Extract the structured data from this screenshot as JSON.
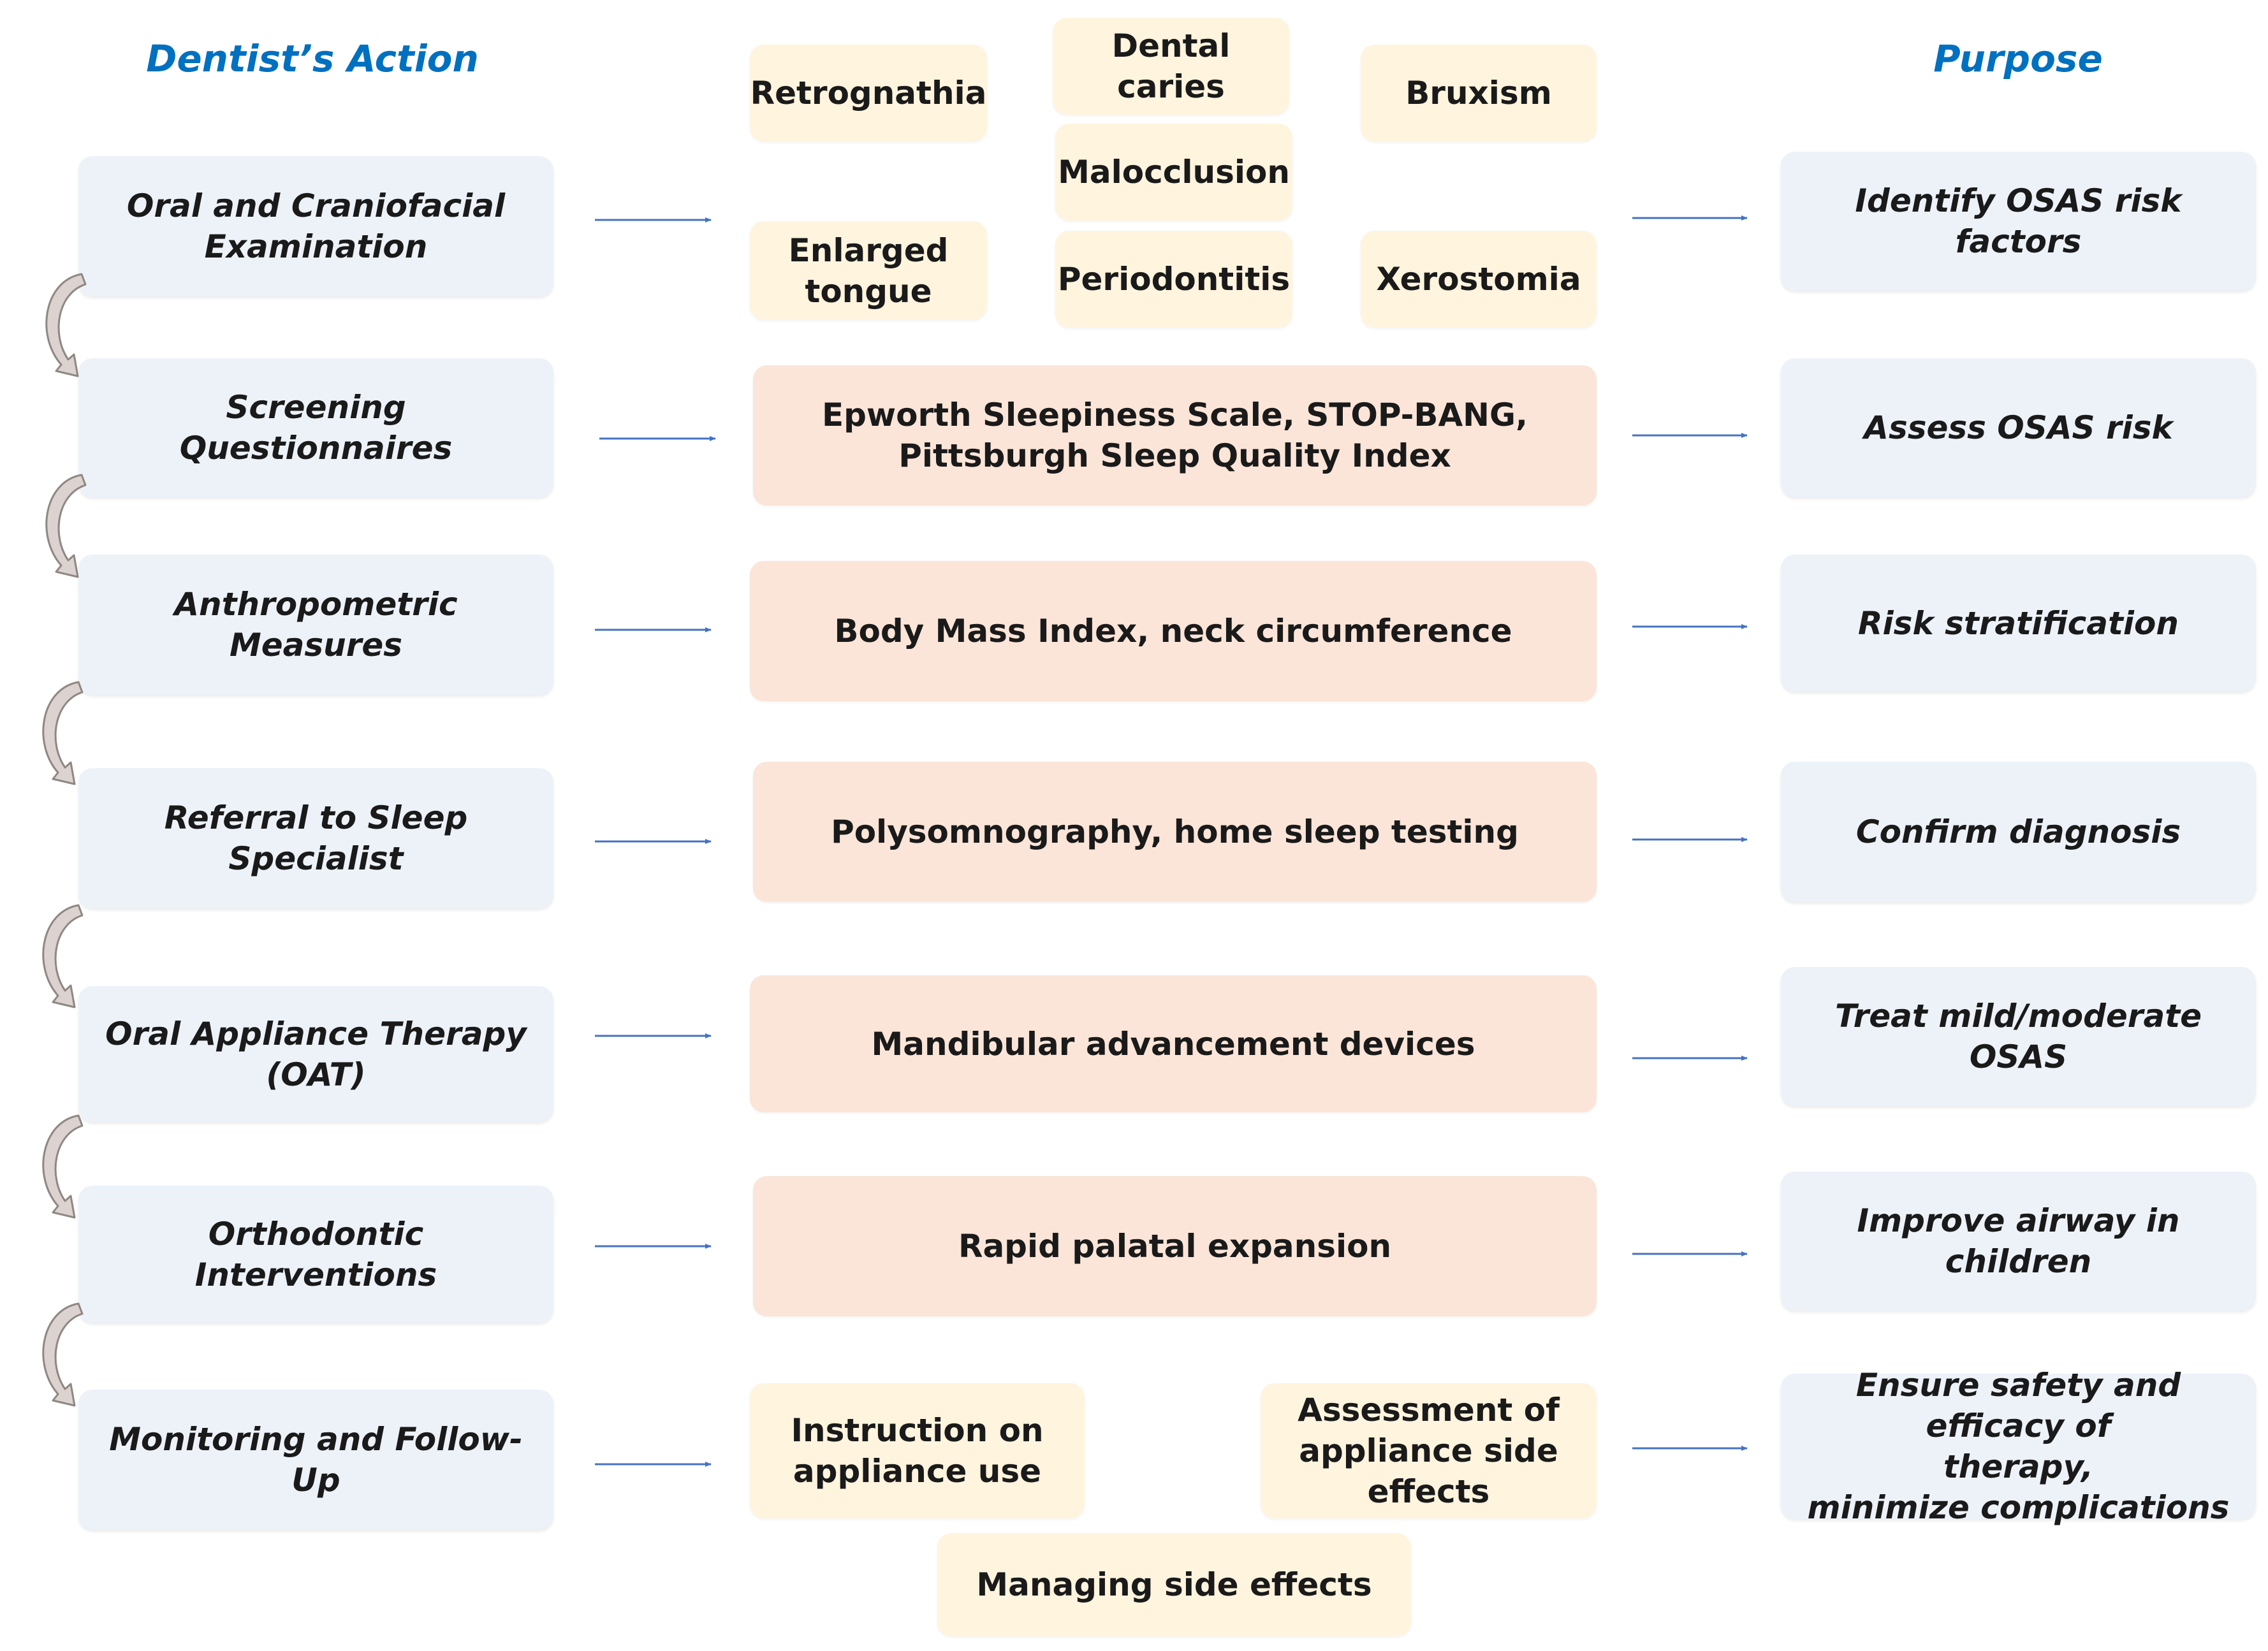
{
  "headers": {
    "left": "Dentist’s Action",
    "right": "Purpose"
  },
  "actions": [
    {
      "line1": "Oral and Craniofacial",
      "line2": "Examination"
    },
    {
      "line1": "Screening Questionnaires",
      "line2": ""
    },
    {
      "line1": "Anthropometric Measures",
      "line2": ""
    },
    {
      "line1": "Referral to Sleep Specialist",
      "line2": ""
    },
    {
      "line1": "Oral Appliance Therapy",
      "line2": "(OAT)"
    },
    {
      "line1": "Orthodontic Interventions",
      "line2": ""
    },
    {
      "line1": "Monitoring and Follow-Up",
      "line2": ""
    }
  ],
  "risk_factors": {
    "retrognathia": "Retrognathia",
    "dental_caries": "Dental caries",
    "bruxism": "Bruxism",
    "malocclusion": "Malocclusion",
    "enlarged_tongue_1": "Enlarged",
    "enlarged_tongue_2": "tongue",
    "periodontitis": "Periodontitis",
    "xerostomia": "Xerostomia"
  },
  "tools": {
    "questionnaires_1": "Epworth Sleepiness Scale, STOP-BANG,",
    "questionnaires_2": "Pittsburgh Sleep Quality Index",
    "anthropometric": "Body Mass Index, neck circumference",
    "referral": "Polysomnography, home sleep testing",
    "oat": "Mandibular advancement devices",
    "orthodontic": "Rapid palatal expansion"
  },
  "followup": {
    "instruction_1": "Instruction on",
    "instruction_2": "appliance use",
    "assessment_1": "Assessment of",
    "assessment_2": "appliance side",
    "assessment_3": "effects",
    "managing": "Managing side effects"
  },
  "purposes": [
    {
      "line1": "Identify OSAS risk factors",
      "line2": "",
      "line3": ""
    },
    {
      "line1": "Assess OSAS risk",
      "line2": "",
      "line3": ""
    },
    {
      "line1": "Risk stratification",
      "line2": "",
      "line3": ""
    },
    {
      "line1": "Confirm diagnosis",
      "line2": "",
      "line3": ""
    },
    {
      "line1": "Treat mild/moderate OSAS",
      "line2": "",
      "line3": ""
    },
    {
      "line1": "Improve airway in children",
      "line2": "",
      "line3": ""
    },
    {
      "line1": "Ensure safety and efficacy of",
      "line2": "therapy,",
      "line3": "minimize complications"
    }
  ],
  "colors": {
    "header": "#0070C0",
    "action_fill": "#EDF2F9",
    "factor_fill": "#FFF4DE",
    "tool_fill": "#FBE5D8",
    "arrow": "#4472C4",
    "curve_arrow_fill": "#DCD3D0",
    "curve_arrow_stroke": "#8F8783"
  }
}
